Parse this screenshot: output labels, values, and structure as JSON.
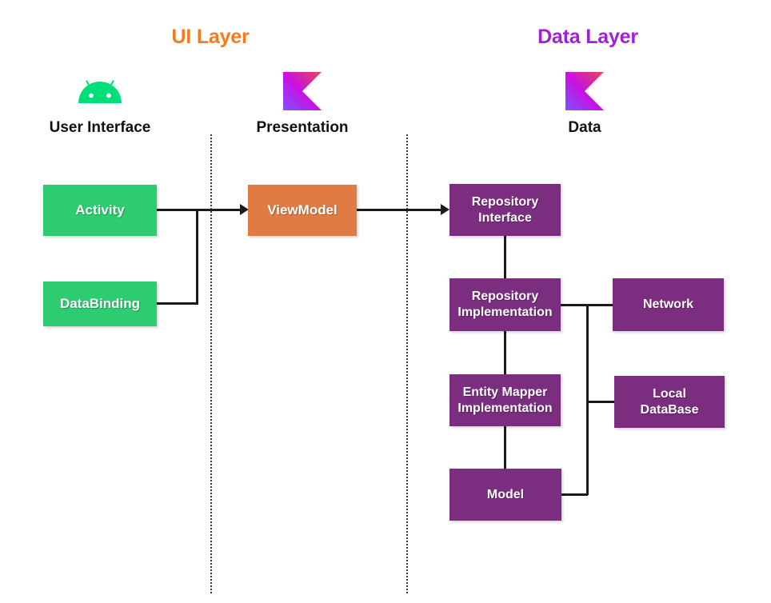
{
  "layers": {
    "ui": {
      "title": "UI Layer",
      "color": "#F47B20"
    },
    "data": {
      "title": "Data Layer",
      "color": "#A11FD4"
    }
  },
  "columns": [
    {
      "id": "user-interface",
      "label": "User Interface",
      "icon": "android-icon"
    },
    {
      "id": "presentation",
      "label": "Presentation",
      "icon": "kotlin-icon"
    },
    {
      "id": "data",
      "label": "Data",
      "icon": "kotlin-icon"
    }
  ],
  "nodes": {
    "activity": {
      "label": "Activity",
      "color": "#2ECC71"
    },
    "databinding": {
      "label": "DataBinding",
      "color": "#2ECC71"
    },
    "viewmodel": {
      "label": "ViewModel",
      "color": "#E07B43"
    },
    "repository_interface": {
      "label": "Repository\nInterface",
      "line1": "Repository",
      "line2": "Interface",
      "color": "#7B2D80"
    },
    "repository_implementation": {
      "line1": "Repository",
      "line2": "Implementation",
      "color": "#7B2D80"
    },
    "entity_mapper_implementation": {
      "line1": "Entity Mapper",
      "line2": "Implementation",
      "color": "#7B2D80"
    },
    "model": {
      "label": "Model",
      "color": "#7B2D80"
    },
    "network": {
      "label": "Network",
      "color": "#7B2D80"
    },
    "local_database": {
      "line1": "Local",
      "line2": "DataBase",
      "color": "#7B2D80"
    }
  },
  "connections": [
    {
      "from": "activity",
      "to": "viewmodel",
      "arrow": true
    },
    {
      "from": "databinding",
      "to": "viewmodel",
      "arrow": true
    },
    {
      "from": "viewmodel",
      "to": "repository_interface",
      "arrow": true
    },
    {
      "from": "repository_interface",
      "to": "repository_implementation",
      "arrow": false
    },
    {
      "from": "repository_implementation",
      "to": "entity_mapper_implementation",
      "arrow": false
    },
    {
      "from": "entity_mapper_implementation",
      "to": "model",
      "arrow": false
    },
    {
      "from": "repository_implementation",
      "to": "network",
      "arrow": false
    },
    {
      "from": "repository_implementation",
      "to": "local_database",
      "arrow": false
    },
    {
      "from": "model",
      "to": "local_database",
      "arrow": false
    }
  ]
}
